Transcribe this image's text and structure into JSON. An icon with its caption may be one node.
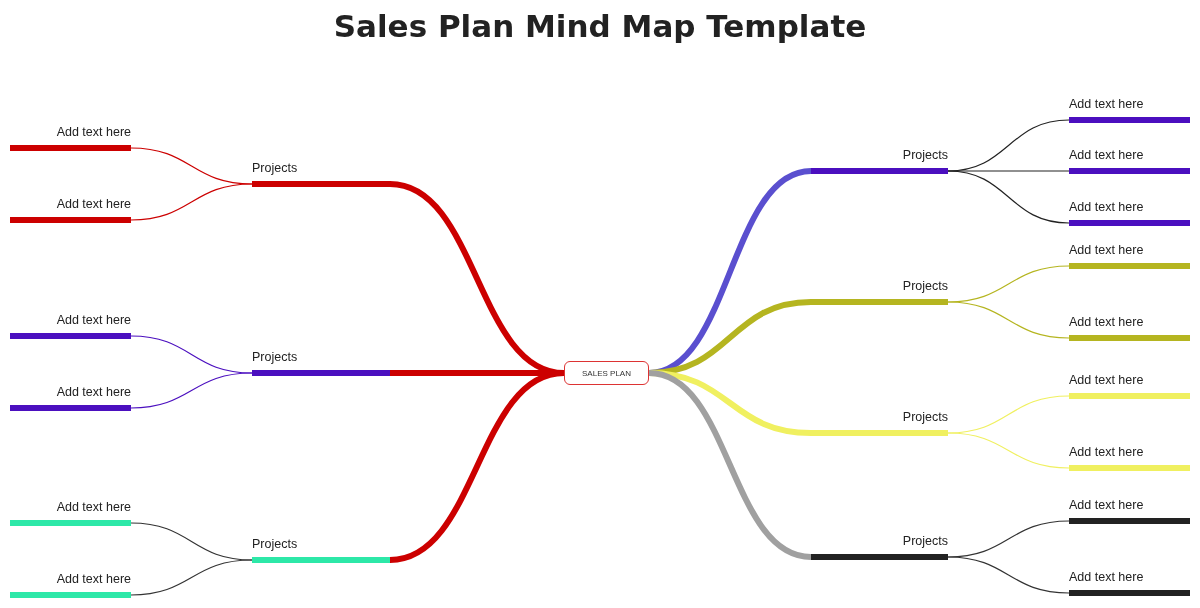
{
  "diagram": {
    "title": "Sales Plan Mind Map Template",
    "nodes": [
      {
        "text": [
          "SALES PLAN"
        ]
      },
      {
        "text": [
          "Projects"
        ]
      },
      {
        "text": [
          "Projects"
        ]
      },
      {
        "text": [
          "Projects"
        ]
      },
      {
        "text": [
          "Add text here"
        ]
      },
      {
        "text": [
          "Add text here"
        ]
      },
      {
        "text": [
          "Add text here"
        ]
      },
      {
        "text": [
          "Add text here"
        ]
      },
      {
        "text": [
          "Add text here"
        ]
      },
      {
        "text": [
          "Add text here"
        ]
      },
      {
        "text": [
          "Projects"
        ]
      },
      {
        "text": [
          "Projects"
        ]
      },
      {
        "text": [
          "Projects"
        ]
      },
      {
        "text": [
          "Projects"
        ]
      },
      {
        "text": [
          "Add text here"
        ]
      },
      {
        "text": [
          "Add text here"
        ]
      },
      {
        "text": [
          "Add text here"
        ]
      },
      {
        "text": [
          "Add text here"
        ]
      },
      {
        "text": [
          "Add text here"
        ]
      },
      {
        "text": [
          "Add text here"
        ]
      },
      {
        "text": [
          "Add text here"
        ]
      },
      {
        "text": [
          "Add text here"
        ]
      },
      {
        "text": [
          "Add text here"
        ]
      }
    ],
    "edges": [
      {
        "from": 0,
        "to": 1,
        "arrow": "none",
        "style": "thick",
        "color": "#cc0000"
      },
      {
        "from": 0,
        "to": 2,
        "arrow": "none",
        "style": "thick",
        "color": "#cc0000"
      },
      {
        "from": 0,
        "to": 3,
        "arrow": "none",
        "style": "thick",
        "color": "#cc0000"
      },
      {
        "from": 1,
        "to": 4,
        "arrow": "none",
        "color": "#cc0000"
      },
      {
        "from": 1,
        "to": 5,
        "arrow": "none",
        "color": "#cc0000"
      },
      {
        "from": 2,
        "to": 6,
        "arrow": "none",
        "color": "#4b0fbf"
      },
      {
        "from": 2,
        "to": 7,
        "arrow": "none",
        "color": "#4b0fbf"
      },
      {
        "from": 3,
        "to": 8,
        "arrow": "none",
        "color": "#333333"
      },
      {
        "from": 3,
        "to": 9,
        "arrow": "none",
        "color": "#333333"
      },
      {
        "from": 0,
        "to": 10,
        "arrow": "none",
        "style": "thick",
        "color": "#5a4fcf"
      },
      {
        "from": 0,
        "to": 11,
        "arrow": "none",
        "style": "thick",
        "color": "#b5b520"
      },
      {
        "from": 0,
        "to": 12,
        "arrow": "none",
        "style": "thick",
        "color": "#f0f060"
      },
      {
        "from": 0,
        "to": 13,
        "arrow": "none",
        "style": "thick",
        "color": "#a0a0a0"
      },
      {
        "from": 10,
        "to": 14,
        "arrow": "none",
        "color": "#222222"
      },
      {
        "from": 10,
        "to": 15,
        "arrow": "none",
        "color": "#222222"
      },
      {
        "from": 10,
        "to": 16,
        "arrow": "none",
        "color": "#222222"
      },
      {
        "from": 11,
        "to": 17,
        "arrow": "none",
        "color": "#b5b520"
      },
      {
        "from": 11,
        "to": 18,
        "arrow": "none",
        "color": "#b5b520"
      },
      {
        "from": 12,
        "to": 19,
        "arrow": "none",
        "color": "#f0f060"
      },
      {
        "from": 12,
        "to": 20,
        "arrow": "none",
        "color": "#f0f060"
      },
      {
        "from": 13,
        "to": 21,
        "arrow": "none",
        "color": "#333333"
      },
      {
        "from": 13,
        "to": 22,
        "arrow": "none",
        "color": "#333333"
      }
    ]
  }
}
